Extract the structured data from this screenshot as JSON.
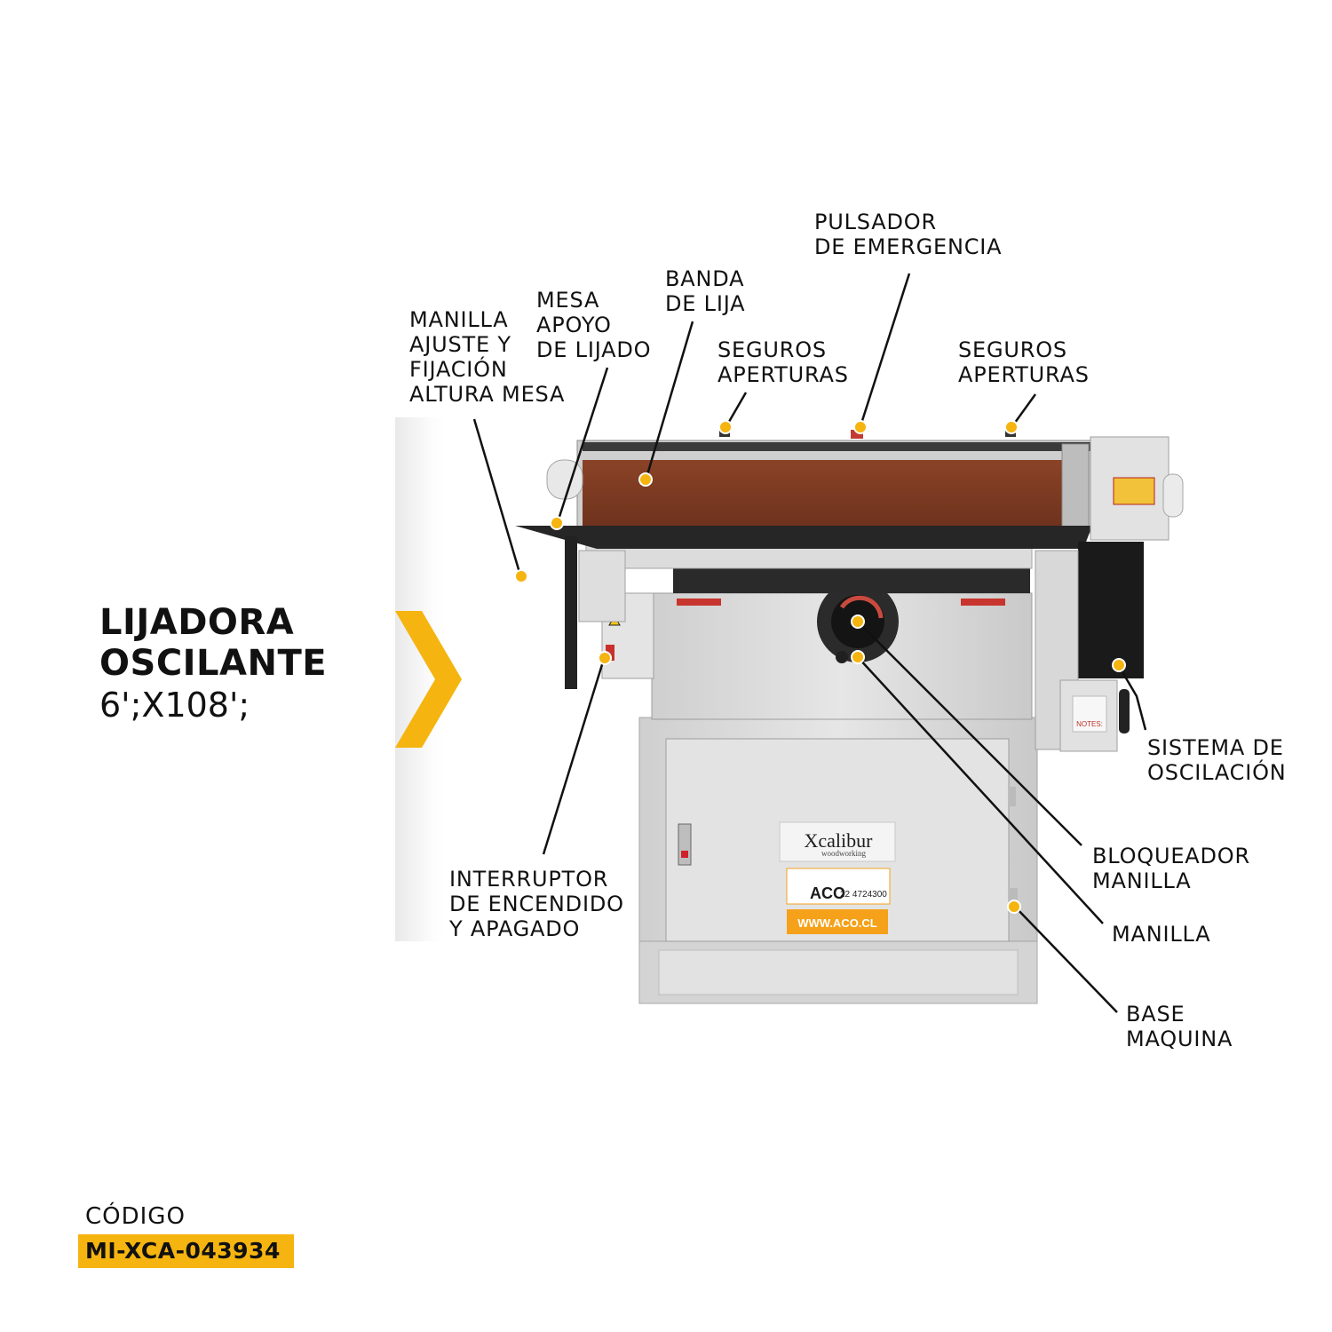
{
  "title": {
    "line1": "LIJADORA",
    "line2": "OSCILANTE",
    "line3": "6';X108';"
  },
  "code": {
    "caption": "CÓDIGO",
    "value": "MI-XCA-043934"
  },
  "callouts": [
    {
      "id": "pulsador-emergencia",
      "lines": [
        "PULSADOR",
        "DE EMERGENCIA"
      ]
    },
    {
      "id": "banda-lija",
      "lines": [
        "BANDA",
        "DE LIJA"
      ]
    },
    {
      "id": "mesa-apoyo",
      "lines": [
        "MESA",
        "APOYO",
        "DE LIJADO"
      ]
    },
    {
      "id": "manilla-ajuste",
      "lines": [
        "MANILLA",
        "AJUSTE Y",
        "FIJACIÓN",
        "ALTURA MESA"
      ]
    },
    {
      "id": "seguros-aperturas-left",
      "lines": [
        "SEGUROS",
        "APERTURAS"
      ]
    },
    {
      "id": "seguros-aperturas-right",
      "lines": [
        "SEGUROS",
        "APERTURAS"
      ]
    },
    {
      "id": "sistema-oscilacion",
      "lines": [
        "SISTEMA DE",
        "OSCILACIÓN"
      ]
    },
    {
      "id": "bloqueador-manilla",
      "lines": [
        "BLOQUEADOR",
        "MANILLA"
      ]
    },
    {
      "id": "manilla",
      "lines": [
        "MANILLA"
      ]
    },
    {
      "id": "base-maquina",
      "lines": [
        "BASE",
        "MAQUINA"
      ]
    },
    {
      "id": "interruptor",
      "lines": [
        "INTERRUPTOR",
        "DE ENCENDIDO",
        "Y APAGADO"
      ]
    }
  ],
  "machine_labels": {
    "brand": "Xcalibur",
    "brand_sub": "woodworking",
    "dealer": "ACO",
    "phone": "22 4724300",
    "web": "WWW.ACO.CL",
    "notes": "NOTES:"
  },
  "colors": {
    "accent": "#f5b40f",
    "machine_gray": "#d9d9d9",
    "belt": "#7a3a22",
    "text": "#111111"
  }
}
